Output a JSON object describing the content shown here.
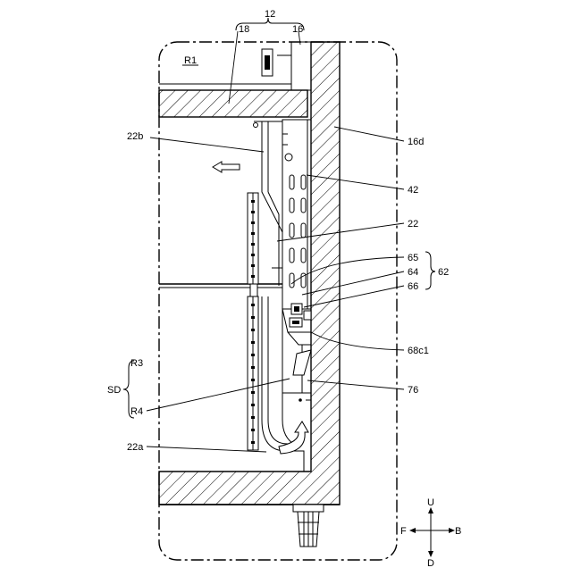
{
  "labels": {
    "l12": "12",
    "l18": "18",
    "l16": "16",
    "lR1": "R1",
    "l16d": "16d",
    "l22b": "22b",
    "l42": "42",
    "l22": "22",
    "l65": "65",
    "l64": "64",
    "l62": "62",
    "l66": "66",
    "l68c1": "68c1",
    "lR3": "R3",
    "lSD": "SD",
    "l76": "76",
    "lR4": "R4",
    "l22a": "22a"
  },
  "compass": {
    "up": "U",
    "down": "D",
    "front": "F",
    "back": "B"
  },
  "colors": {
    "line": "#000000",
    "background": "#ffffff"
  }
}
